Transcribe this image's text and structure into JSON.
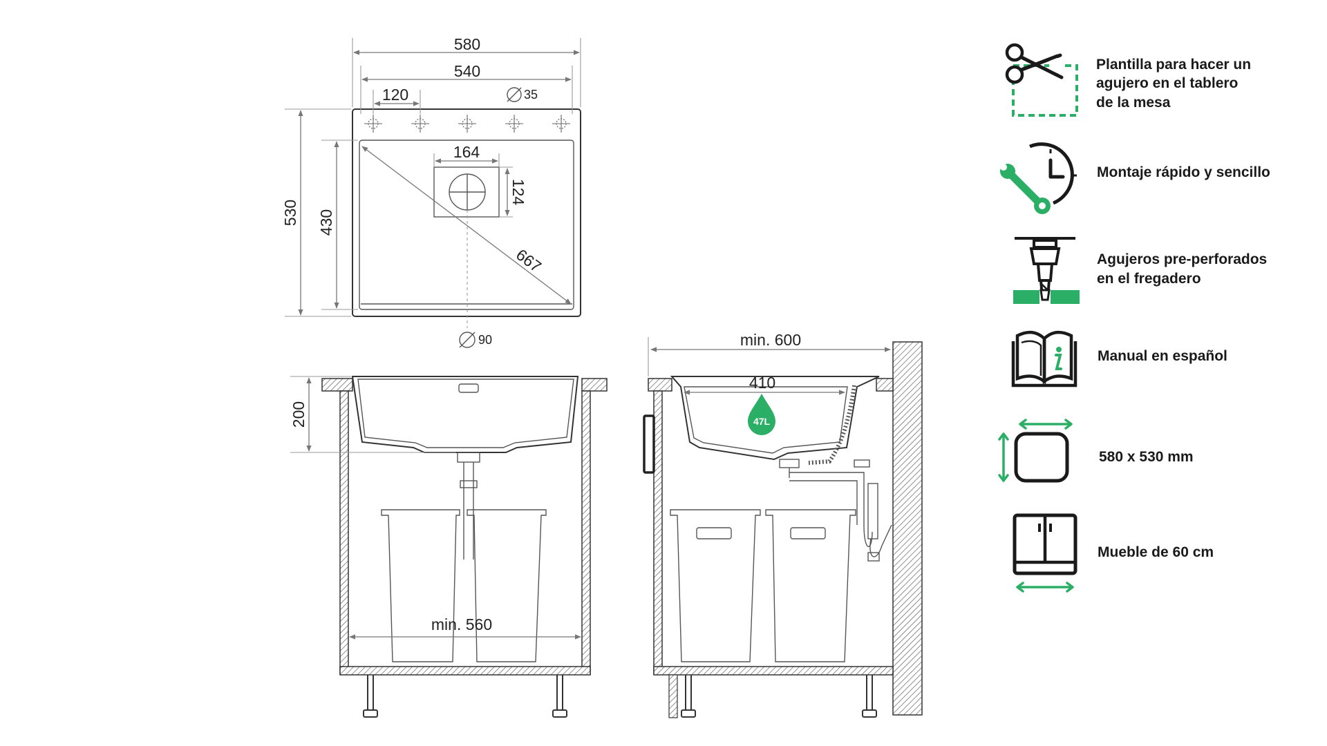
{
  "top_view": {
    "width_outer": "580",
    "width_inner": "540",
    "hole_spacing": "120",
    "tap_hole_diameter": "35",
    "height_outer": "530",
    "height_inner": "430",
    "drain_box_width": "164",
    "drain_box_height": "124",
    "diagonal": "667",
    "drain_diameter": "90"
  },
  "front_section": {
    "depth": "200",
    "cabinet_inner_width": "min. 560"
  },
  "side_section": {
    "cabinet_width": "min. 600",
    "bowl_width": "410",
    "capacity": "47L"
  },
  "features": [
    {
      "icon": "scissors-template-icon",
      "lines": [
        "Plantilla para hacer un",
        "agujero en el tablero",
        "de la mesa"
      ]
    },
    {
      "icon": "clock-wrench-icon",
      "lines": [
        "Montaje rápido y sencillo"
      ]
    },
    {
      "icon": "drill-icon",
      "lines": [
        "Agujeros pre-perforados",
        "en el fregadero"
      ]
    },
    {
      "icon": "manual-book-icon",
      "lines": [
        "Manual en español"
      ]
    },
    {
      "icon": "size-rectangle-icon",
      "lines": [
        "580 x 530 mm"
      ]
    },
    {
      "icon": "cabinet-icon",
      "lines": [
        "Mueble de 60 cm"
      ]
    }
  ],
  "colors": {
    "accent": "#2BAE66",
    "line": "#333333"
  }
}
